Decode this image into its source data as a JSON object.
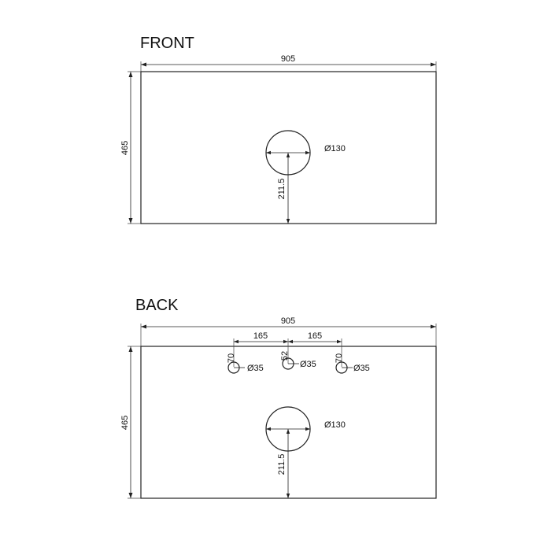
{
  "views": {
    "front": {
      "title": "FRONT",
      "width_label": "905",
      "height_label": "465",
      "basin_label": "Ø130",
      "offset_label": "211.5"
    },
    "back": {
      "title": "BACK",
      "width_label": "905",
      "height_label": "465",
      "spacing_left_label": "165",
      "spacing_right_label": "165",
      "hole_left_offset_label": "70",
      "hole_center_offset_label": "52",
      "hole_right_offset_label": "70",
      "hole_left_label": "Ø35",
      "hole_center_label": "Ø35",
      "hole_right_label": "Ø35",
      "basin_label": "Ø130",
      "offset_label": "211.5"
    }
  }
}
